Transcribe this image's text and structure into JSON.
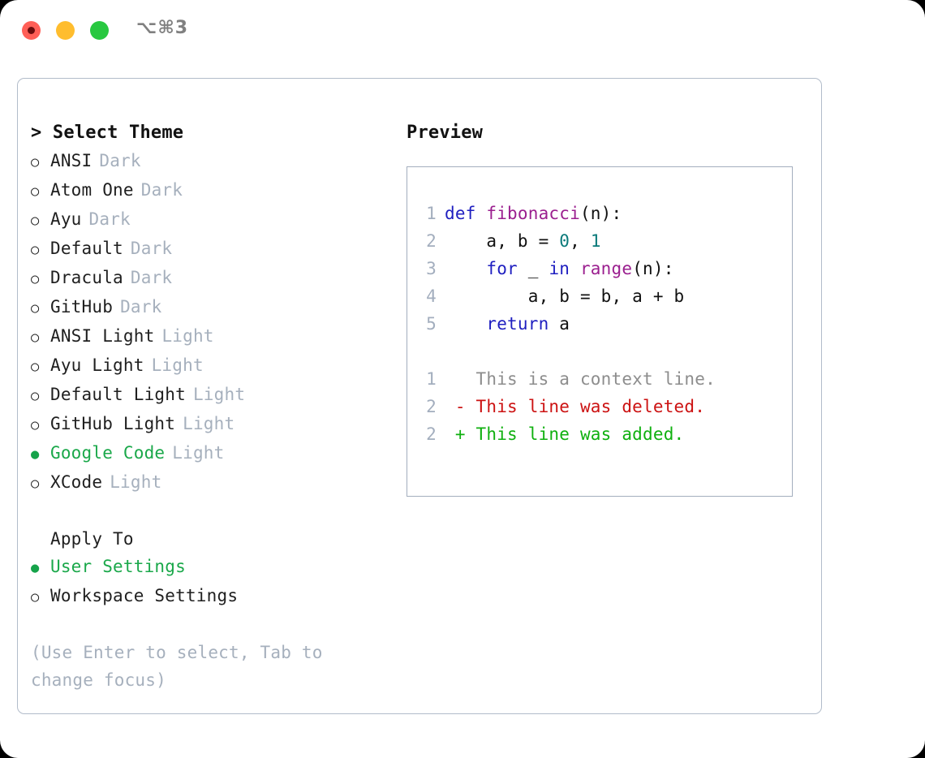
{
  "titlebar": {
    "shortcut": "⌥⌘3",
    "buttons": [
      {
        "name": "close",
        "color": "#ff5f57"
      },
      {
        "name": "minimize",
        "color": "#ffbd2e"
      },
      {
        "name": "maximize",
        "color": "#28c840"
      }
    ]
  },
  "theme_picker": {
    "heading": "> Select Theme",
    "selected_marker": "●",
    "unselected_marker": "○",
    "items": [
      {
        "label": "ANSI",
        "tag": "Dark",
        "selected": false
      },
      {
        "label": "Atom One",
        "tag": "Dark",
        "selected": false
      },
      {
        "label": "Ayu",
        "tag": "Dark",
        "selected": false
      },
      {
        "label": "Default",
        "tag": "Dark",
        "selected": false
      },
      {
        "label": "Dracula",
        "tag": "Dark",
        "selected": false
      },
      {
        "label": "GitHub",
        "tag": "Dark",
        "selected": false
      },
      {
        "label": "ANSI Light",
        "tag": "Light",
        "selected": false
      },
      {
        "label": "Ayu Light",
        "tag": "Light",
        "selected": false
      },
      {
        "label": "Default Light",
        "tag": "Light",
        "selected": false
      },
      {
        "label": "GitHub Light",
        "tag": "Light",
        "selected": false
      },
      {
        "label": "Google Code",
        "tag": "Light",
        "selected": true
      },
      {
        "label": "XCode",
        "tag": "Light",
        "selected": false
      }
    ]
  },
  "apply_to": {
    "heading": "Apply To",
    "items": [
      {
        "label": "User Settings",
        "selected": true
      },
      {
        "label": "Workspace Settings",
        "selected": false
      }
    ]
  },
  "hint": "(Use Enter to select, Tab to change focus)",
  "preview": {
    "title": "Preview",
    "code_lines": [
      {
        "no": "1",
        "tokens": [
          {
            "t": "def ",
            "c": "kw"
          },
          {
            "t": "fibonacci",
            "c": "fn"
          },
          {
            "t": "(n):",
            "c": "pl"
          }
        ]
      },
      {
        "no": "2",
        "tokens": [
          {
            "t": "    a, b = ",
            "c": "pl"
          },
          {
            "t": "0",
            "c": "num"
          },
          {
            "t": ", ",
            "c": "pl"
          },
          {
            "t": "1",
            "c": "num"
          }
        ]
      },
      {
        "no": "3",
        "tokens": [
          {
            "t": "    ",
            "c": "pl"
          },
          {
            "t": "for",
            "c": "kw"
          },
          {
            "t": " _ ",
            "c": "pl"
          },
          {
            "t": "in",
            "c": "kw"
          },
          {
            "t": " ",
            "c": "pl"
          },
          {
            "t": "range",
            "c": "fn"
          },
          {
            "t": "(n):",
            "c": "pl"
          }
        ]
      },
      {
        "no": "4",
        "tokens": [
          {
            "t": "        a, b = b, a + b",
            "c": "pl"
          }
        ]
      },
      {
        "no": "5",
        "tokens": [
          {
            "t": "    ",
            "c": "pl"
          },
          {
            "t": "return",
            "c": "kw"
          },
          {
            "t": " a",
            "c": "pl"
          }
        ]
      }
    ],
    "diff_lines": [
      {
        "no": "1",
        "text": "   This is a context line.",
        "kind": "ctx"
      },
      {
        "no": "2",
        "text": " - This line was deleted.",
        "kind": "del"
      },
      {
        "no": "2",
        "text": " + This line was added.",
        "kind": "add"
      }
    ]
  },
  "colors": {
    "accent_green": "#16a34a",
    "muted": "#a6b0bd",
    "panel_border": "#b2bcca",
    "preview_border": "#a3aebe",
    "keyword": "#1f1fc0",
    "function": "#9b1f8f",
    "number": "#0a7a7a",
    "diff_delete": "#cc1212",
    "diff_add": "#0fb00f",
    "diff_context": "#8d8d8d"
  }
}
